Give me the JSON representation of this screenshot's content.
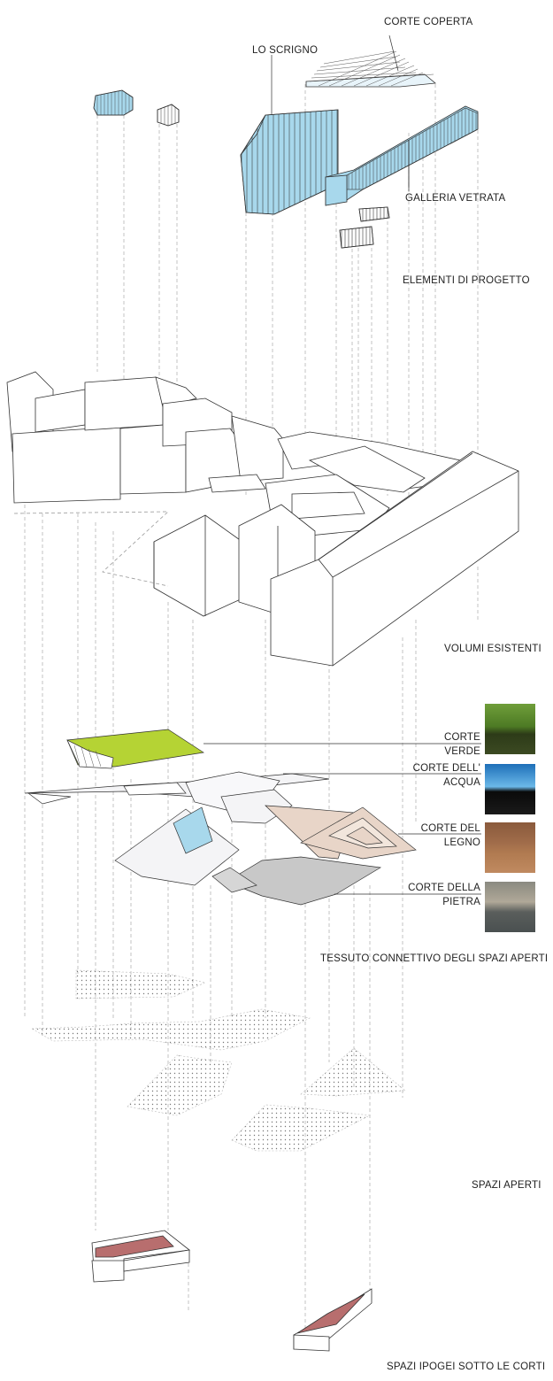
{
  "labels": {
    "corte_coperta": "CORTE COPERTA",
    "lo_scrigno": "LO SCRIGNO",
    "galleria_vetrata": "GALLERIA VETRATA",
    "elementi_di_progetto": "ELEMENTI DI PROGETTO",
    "volumi_esistenti": "VOLUMI ESISTENTI",
    "corte_verde_1": "CORTE",
    "corte_verde_2": "VERDE",
    "corte_acqua_1": "CORTE DELL'",
    "corte_acqua_2": "ACQUA",
    "corte_legno_1": "CORTE DEL",
    "corte_legno_2": "LEGNO",
    "corte_pietra_1": "CORTE DELLA",
    "corte_pietra_2": "PIETRA",
    "tessuto_connettivo": "TESSUTO CONNETTIVO DEGLI SPAZI APERTI",
    "spazi_aperti": "SPAZI APERTI",
    "spazi_ipogei": "SPAZI IPOGEI SOTTO LE CORTI"
  },
  "colors": {
    "glass_blue": "#a8d8ec",
    "green": "#b5d334",
    "wood": "#e8d5c8",
    "stone": "#c8c8c8",
    "hypogeum": "#b86e6e",
    "line": "#333333",
    "dash": "#999999"
  }
}
